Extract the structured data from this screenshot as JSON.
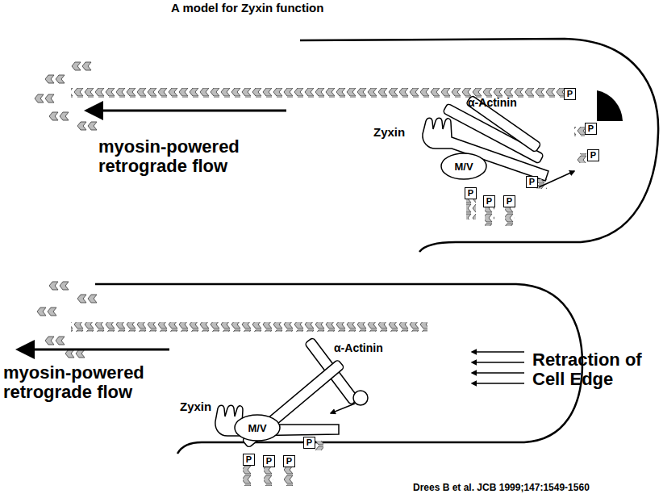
{
  "diagram": {
    "title": "A model for Zyxin function",
    "caption": "Drees B et al. JCB 1999;147:1549-1560",
    "nodes": [
      {
        "text": [
          "P"
        ]
      },
      {
        "text": [
          "P"
        ]
      },
      {
        "text": [
          "P"
        ]
      },
      {
        "text": [
          "M/V"
        ]
      },
      {
        "text": [
          "P"
        ]
      },
      {
        "text": [
          "P"
        ]
      },
      {
        "text": [
          "P"
        ]
      },
      {
        "text": [
          "P"
        ]
      },
      {
        "text": [
          "M/V"
        ]
      },
      {
        "text": [
          "P"
        ]
      },
      {
        "text": [
          "P"
        ]
      },
      {
        "text": [
          "P"
        ]
      },
      {
        "text": [
          "P"
        ]
      }
    ],
    "labels": [
      "α-Actinin",
      "Zyxin",
      "myosin-powered retrograde flow",
      "α-Actinin",
      "Zyxin",
      "myosin-powered retrograde flow",
      "Retraction of Cell Edge"
    ]
  }
}
